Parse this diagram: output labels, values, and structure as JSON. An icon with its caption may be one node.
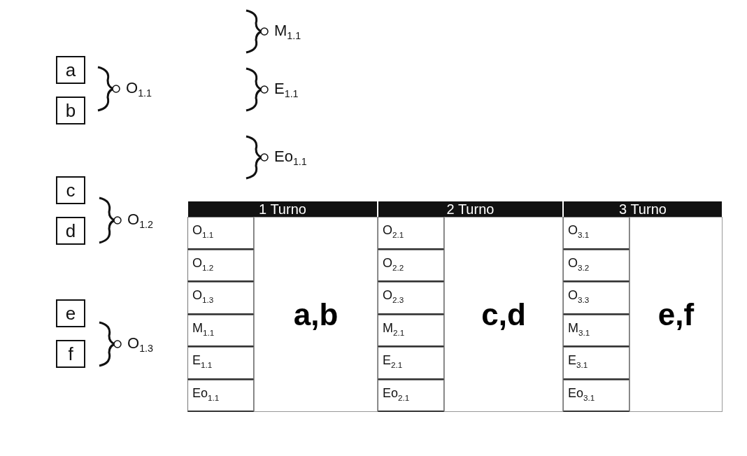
{
  "diagram": {
    "nodes": [
      {
        "text": [
          "a"
        ]
      },
      {
        "text": [
          "b"
        ]
      },
      {
        "text": [
          "c"
        ]
      },
      {
        "text": [
          "d"
        ]
      },
      {
        "text": [
          "e"
        ]
      },
      {
        "text": [
          "f"
        ]
      }
    ],
    "edges": [],
    "labels": [
      "M$_{1.1}$",
      "O$_{1.1}$",
      "E$_{1.1}$",
      "Eo$_{1.1}$",
      "O$_{1.2}$",
      "O$_{1.3}$",
      "1 Turno",
      "2 Turno",
      "3 Turno",
      "O$_{1.1}$",
      "a,b",
      "O$_{2.1}$",
      "c,d",
      "O$_{3.1}$",
      "e,f",
      "O$_{1.2}$",
      "O$_{2.2}$",
      "O$_{3.2}$",
      "O$_{1.3}$",
      "O$_{2.3}$",
      "O$_{3.3}$",
      "M$_{1.1}$",
      "M$_{2.1}$",
      "M$_{3.1}$",
      "E$_{1.1}$",
      "E$_{2.1}$",
      "E$_{3.1}$",
      "Eo$_{1.1}$",
      "Eo$_{2.1}$",
      "Eo$_{3.1}$"
    ]
  }
}
